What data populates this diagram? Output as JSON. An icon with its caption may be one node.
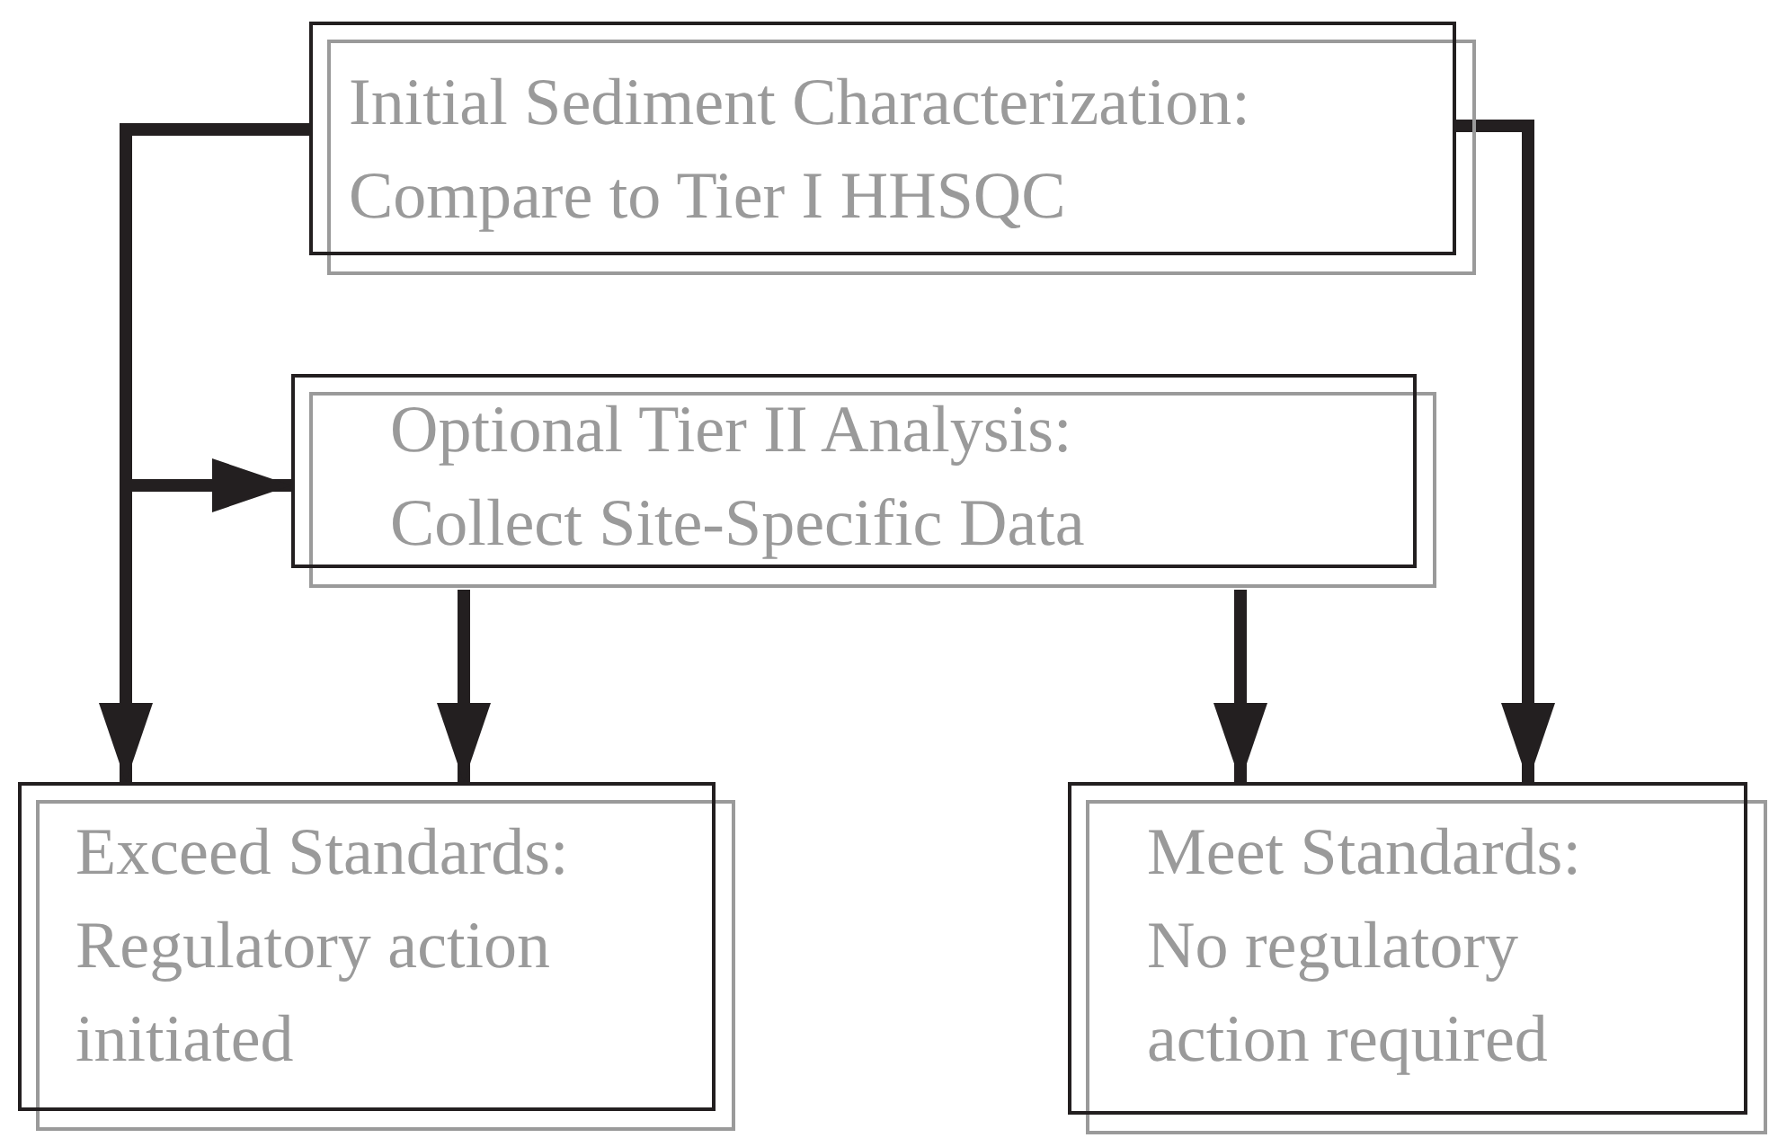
{
  "diagram": {
    "nodes": [
      {
        "text": [
          "Initial Sediment Characterization:",
          "Compare to Tier I HHSQC"
        ]
      },
      {
        "text": [
          "Optional Tier II Analysis:",
          "Collect Site-Specific Data"
        ]
      },
      {
        "text": [
          "Exceed Standards:",
          "Regulatory action initiated"
        ]
      },
      {
        "text": [
          "Meet Standards:",
          "No regulatory action required"
        ]
      }
    ],
    "edges": [
      {
        "from": 0,
        "to": 2,
        "arrow": "to"
      },
      {
        "from": 0,
        "to": 1,
        "arrow": "to"
      },
      {
        "from": 1,
        "to": 2,
        "arrow": "to"
      },
      {
        "from": 1,
        "to": 3,
        "arrow": "to"
      },
      {
        "from": 0,
        "to": 3,
        "arrow": "to"
      }
    ]
  }
}
